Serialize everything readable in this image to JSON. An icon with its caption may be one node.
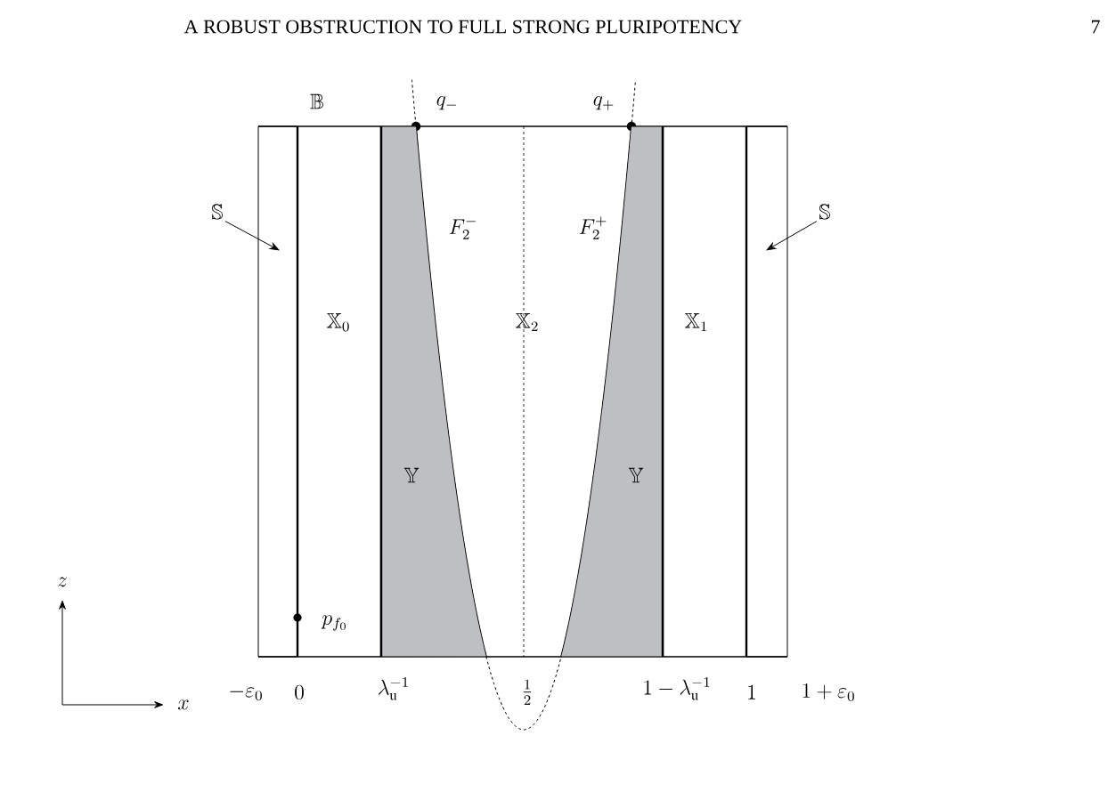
{
  "diagram": {
    "nodes": [
      {
        "text": [
          "\\mathbb{S}"
        ]
      },
      {
        "text": [],
        "shape": "bar"
      },
      {
        "text": [
          "\\mathbb{S}"
        ]
      },
      {
        "text": [],
        "shape": "bar"
      },
      {
        "text": [
          "\\mathbb{Y}"
        ]
      },
      {
        "text": [
          "\\mathbb{Y}"
        ]
      }
    ],
    "edges": [
      {
        "from": 0,
        "to": 1,
        "arrow": "to"
      },
      {
        "from": 2,
        "to": 3,
        "arrow": "to"
      }
    ],
    "labels": [
      "A ROBUST OBSTRUCTION TO FULL STRONG PLURIPOTENCY",
      "7",
      "\\mathbb{B}",
      "q_-",
      "q_+",
      "F_2^-",
      "F_2^+",
      "\\mathbb{X}_0",
      "\\mathbb{X}_2",
      "\\mathbb{X}_1",
      "z",
      "p_{f_0}",
      "x",
      "-\\varepsilon_0",
      "0",
      "\\lambda_{\\mathrm{u}}^{-1}",
      "\\tfrac{1}{2}",
      "1-\\lambda_{\\mathrm{u}}^{-1}",
      "1",
      "1+\\varepsilon_0"
    ]
  }
}
